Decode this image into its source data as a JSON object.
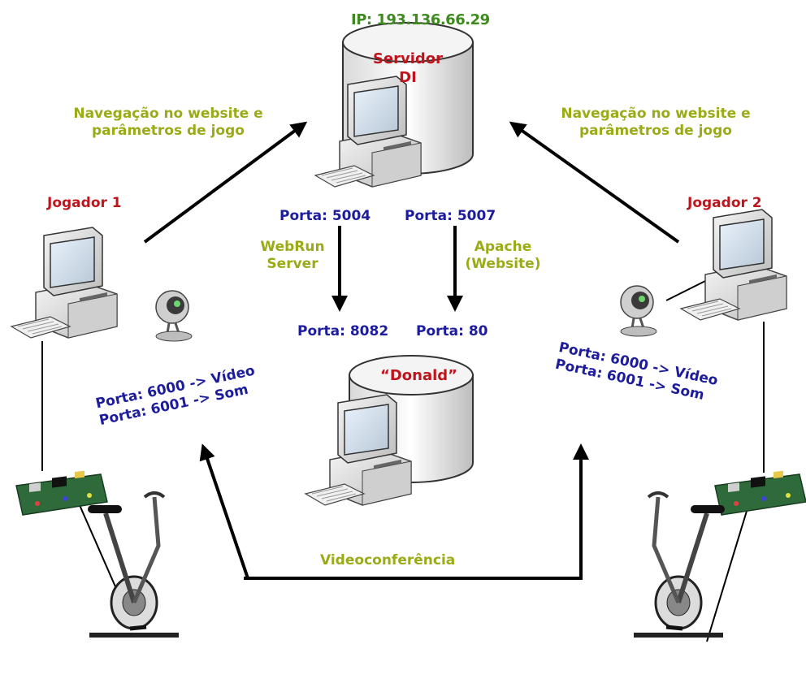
{
  "server": {
    "ip": "IP: 193.136.66.29",
    "name_line1": "Servidor",
    "name_line2": "DI"
  },
  "donald": {
    "name": "“Donald”"
  },
  "nav_left": {
    "line1": "Navegação no website e",
    "line2": "parâmetros de jogo"
  },
  "nav_right": {
    "line1": "Navegação no website e",
    "line2": "parâmetros de jogo"
  },
  "player1": {
    "name": "Jogador 1",
    "port_video": "Porta: 6000 -> Vídeo",
    "port_sound": "Porta: 6001 -> Som"
  },
  "player2": {
    "name": "Jogador 2",
    "port_video": "Porta: 6000 -> Vídeo",
    "port_sound": "Porta: 6001 -> Som"
  },
  "ports": {
    "p5004": "Porta: 5004",
    "p5007": "Porta: 5007",
    "p8082": "Porta: 8082",
    "p80": "Porta: 80"
  },
  "services": {
    "webrun_line1": "WebRun",
    "webrun_line2": "Server",
    "apache_line1": "Apache",
    "apache_line2": "(Website)"
  },
  "videoconf": "Videoconferência",
  "colors": {
    "label_olive": "#9aab17",
    "port_blue": "#1c1c9c",
    "name_red": "#c0141c",
    "ip_green": "#3e8a1e",
    "board_green": "#2f6b3a"
  },
  "icons": [
    "server-disk-icon",
    "desktop-computer-icon",
    "webcam-icon",
    "interface-board-icon",
    "exercise-bike-icon",
    "arrow-icon"
  ]
}
